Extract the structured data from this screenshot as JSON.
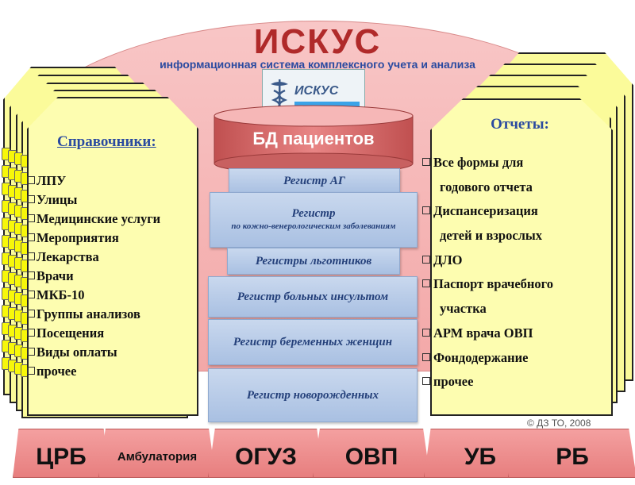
{
  "header": {
    "title": "ИСКУС",
    "subtitle": "информационная система комплексного учета и анализа"
  },
  "logo": {
    "name": "ИСКУС"
  },
  "database": {
    "label": "БД пациентов"
  },
  "registries": [
    {
      "label": "Регистр АГ"
    },
    {
      "label": "Регистр",
      "sub": "по кожно-венерологическим заболеваниям"
    },
    {
      "label": "Регистры льготников"
    },
    {
      "label": "Регистр больных инсультом"
    },
    {
      "label": "Регистр беременных женщин"
    },
    {
      "label": "Регистр новорожденных"
    }
  ],
  "references": {
    "title": "Справочники:",
    "items": [
      "ЛПУ",
      "Улицы",
      "Медицинские услуги",
      "Мероприятия",
      "Лекарства",
      "Врачи",
      "МКБ-10",
      "Группы анализов",
      "Посещения",
      "Виды оплаты",
      "прочее"
    ]
  },
  "reports": {
    "title": "Отчеты:",
    "items": [
      {
        "label": "Все формы для",
        "continuation": "годового отчета"
      },
      {
        "label": "Диспансеризация",
        "continuation": "детей и взрослых"
      },
      {
        "label": "ДЛО"
      },
      {
        "label": "Паспорт врачебного",
        "continuation": "участка"
      },
      {
        "label": "АРМ врача ОВП"
      },
      {
        "label": "Фондодержание"
      },
      {
        "label": "прочее"
      }
    ]
  },
  "copyright": "© ДЗ ТО, 2008",
  "facilities": [
    "ЦРБ",
    "Амбулатория",
    "ОГУЗ",
    "ОВП",
    "УБ",
    "РБ"
  ],
  "colors": {
    "title": "#b02a2a",
    "dome": "#f3a8a8",
    "registry": "#b7cbe8",
    "registry_text": "#24407a",
    "book": "#fdfdb0",
    "book_tab": "#f7f70a",
    "tab": "#e77e7e"
  }
}
